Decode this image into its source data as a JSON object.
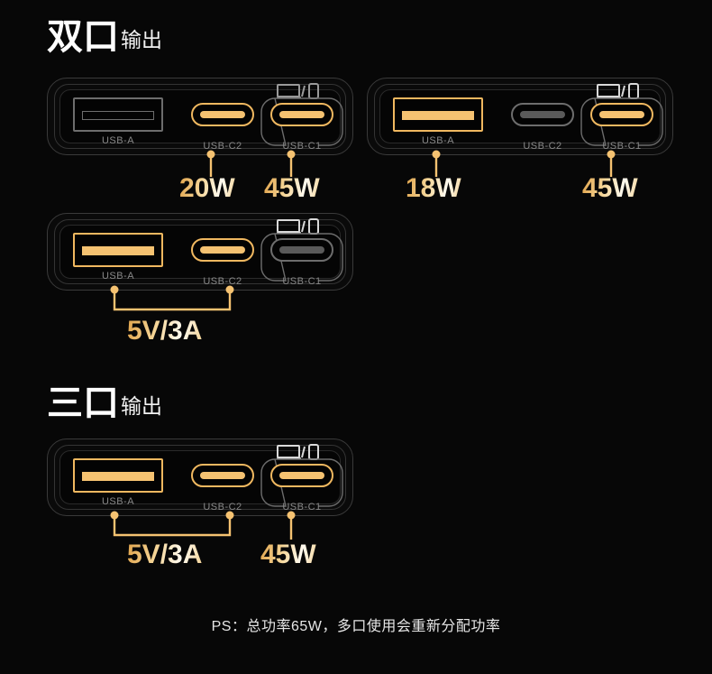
{
  "page": {
    "background": "#070707",
    "accent": "#f5c271",
    "inactive": "#6d6d6d"
  },
  "sections": [
    {
      "id": "dual-port",
      "heading_big": "双口",
      "heading_small": "输出"
    },
    {
      "id": "triple-port",
      "heading_big": "三口",
      "heading_small": "输出"
    }
  ],
  "port_labels": {
    "usb_a": "USB-A",
    "usb_c2": "USB-C2",
    "usb_c1": "USB-C1"
  },
  "icons": {
    "laptop": "laptop-icon",
    "phone": "phone-icon",
    "slash": "slash-separator"
  },
  "panels": [
    {
      "id": "panel-1",
      "ports": {
        "usb_a": false,
        "usb_c2": true,
        "usb_c1": true
      },
      "callouts": [
        {
          "label": "20W",
          "type": "single"
        },
        {
          "label": "45W",
          "type": "single"
        }
      ]
    },
    {
      "id": "panel-2",
      "ports": {
        "usb_a": true,
        "usb_c2": false,
        "usb_c1": true
      },
      "callouts": [
        {
          "label": "18W",
          "type": "single"
        },
        {
          "label": "45W",
          "type": "single"
        }
      ]
    },
    {
      "id": "panel-3",
      "ports": {
        "usb_a": true,
        "usb_c2": true,
        "usb_c1": false
      },
      "callouts": [
        {
          "label": "5V/3A",
          "type": "bracket"
        }
      ]
    },
    {
      "id": "panel-4",
      "ports": {
        "usb_a": true,
        "usb_c2": true,
        "usb_c1": true
      },
      "callouts": [
        {
          "label": "5V/3A",
          "type": "bracket"
        },
        {
          "label": "45W",
          "type": "single"
        }
      ]
    }
  ],
  "footnote": "PS：总功率65W，多口使用会重新分配功率"
}
